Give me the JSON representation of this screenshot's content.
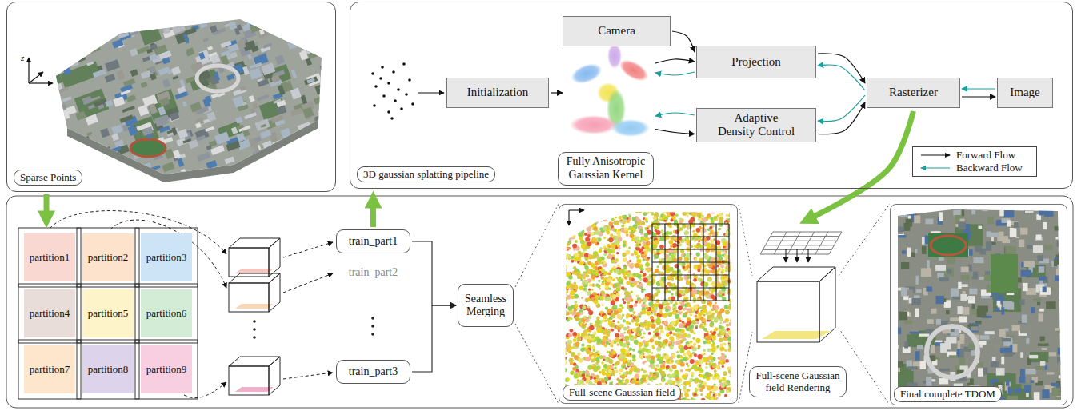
{
  "diagram": {
    "nodes": [
      {
        "text": [
          "Sparse Points"
        ]
      },
      {
        "text": [
          "3D gaussian splatting pipeline"
        ]
      },
      {
        "text": [
          "Initialization"
        ],
        "in": 1
      },
      {
        "text": [
          "Fully Anisotropic Gaussian Kernel"
        ],
        "in": 1
      },
      {
        "text": [
          "Camera"
        ],
        "in": 1
      },
      {
        "text": [
          "Projection"
        ],
        "in": 1
      },
      {
        "text": [
          "Adaptive Density Control"
        ],
        "in": 1
      },
      {
        "text": [
          "Rasterizer"
        ],
        "in": 1
      },
      {
        "text": [
          "Image"
        ],
        "in": 1
      },
      {
        "text": [
          "partition1"
        ]
      },
      {
        "text": [
          "partition2"
        ]
      },
      {
        "text": [
          "partition3"
        ]
      },
      {
        "text": [
          "partition4"
        ]
      },
      {
        "text": [
          "partition5"
        ]
      },
      {
        "text": [
          "partition6"
        ]
      },
      {
        "text": [
          "partition7"
        ]
      },
      {
        "text": [
          "partition8"
        ]
      },
      {
        "text": [
          "partition9"
        ]
      },
      {
        "text": [
          "train_part1"
        ]
      },
      {
        "text": [
          "train_part2"
        ]
      },
      {
        "text": [
          "train_part3"
        ]
      },
      {
        "text": [
          "Seamless Merging"
        ]
      },
      {
        "text": [
          "Full-scene Gaussian field"
        ]
      },
      {
        "text": [
          "Full-scene Gaussian field Rendering"
        ]
      },
      {
        "text": [
          "Final complete TDOM"
        ]
      }
    ],
    "edges": [
      {
        "from": 2,
        "to": 3,
        "arrow": "to"
      },
      {
        "from": 3,
        "to": 5,
        "arrow": "to"
      },
      {
        "from": 5,
        "to": 3,
        "arrow": "to"
      },
      {
        "from": 3,
        "to": 6,
        "arrow": "to"
      },
      {
        "from": 6,
        "to": 3,
        "arrow": "to"
      },
      {
        "from": 4,
        "to": 5,
        "arrow": "to"
      },
      {
        "from": 5,
        "to": 7,
        "arrow": "to"
      },
      {
        "from": 7,
        "to": 5,
        "arrow": "to"
      },
      {
        "from": 6,
        "to": 7,
        "arrow": "to"
      },
      {
        "from": 7,
        "to": 6,
        "arrow": "to"
      },
      {
        "from": 7,
        "to": 8,
        "arrow": "to"
      },
      {
        "from": 8,
        "to": 7,
        "arrow": "to"
      },
      {
        "from": 0,
        "to": 9,
        "arrow": "to"
      },
      {
        "from": 18,
        "to": 1,
        "arrow": "to"
      },
      {
        "from": 7,
        "to": 23,
        "arrow": "to"
      },
      {
        "from": 18,
        "to": 21,
        "arrow": "to"
      },
      {
        "from": 20,
        "to": 21,
        "arrow": "to"
      },
      {
        "from": 21,
        "to": 22,
        "arrow": "none"
      },
      {
        "from": 22,
        "to": 23,
        "arrow": "none"
      },
      {
        "from": 23,
        "to": 24,
        "arrow": "none"
      }
    ],
    "labels": [
      "z"
    ],
    "legend": [
      {
        "text": "Forward Flow"
      },
      {
        "text": "Backward Flow"
      }
    ]
  }
}
